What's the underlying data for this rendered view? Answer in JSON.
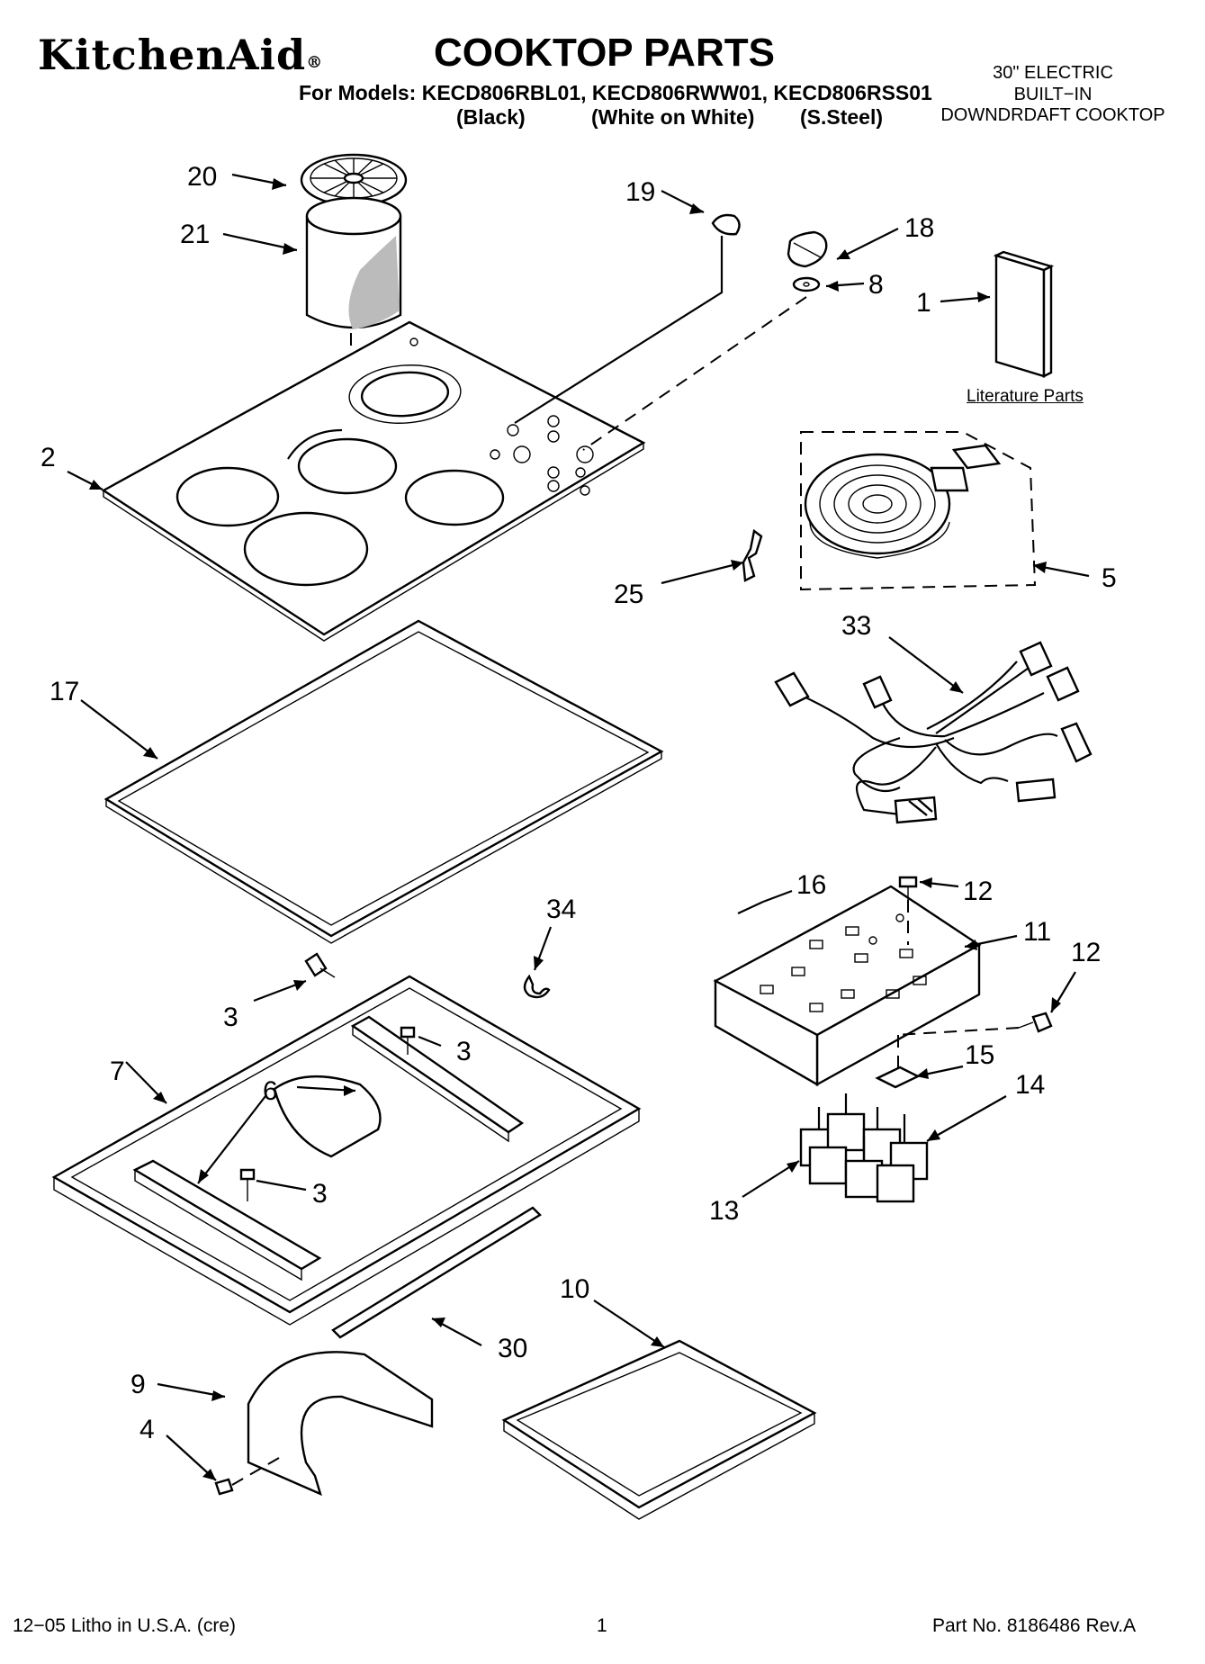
{
  "header": {
    "brand": "KitchenAid",
    "brand_mark": "®",
    "title": "COOKTOP PARTS",
    "models_line": "For Models: KECD806RBL01, KECD806RWW01, KECD806RSS01",
    "variants": [
      "(Black)",
      "(White on White)",
      "(S.Steel)"
    ],
    "description": [
      "30\" ELECTRIC",
      "BUILT−IN",
      "DOWNDRDAFT COOKTOP"
    ]
  },
  "literature_label": "Literature Parts",
  "callouts": [
    "20",
    "19",
    "21",
    "18",
    "8",
    "1",
    "2",
    "5",
    "25",
    "33",
    "17",
    "16",
    "12",
    "11",
    "34",
    "12",
    "3",
    "3",
    "7",
    "15",
    "6",
    "14",
    "3",
    "13",
    "10",
    "30",
    "9",
    "4"
  ],
  "footer": {
    "left": "12−05 Litho in U.S.A. (cre)",
    "page": "1",
    "right": "Part No. 8186486 Rev.A"
  }
}
